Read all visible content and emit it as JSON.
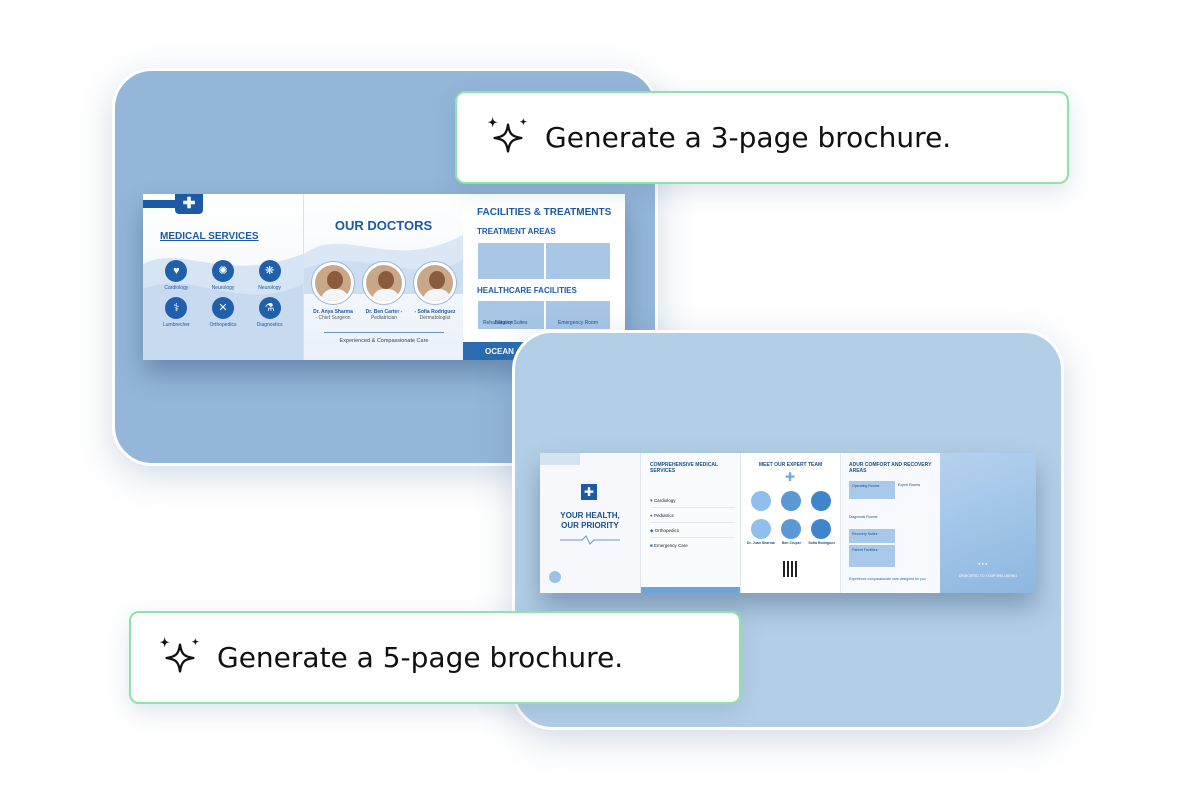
{
  "prompts": [
    {
      "icon": "sparkles-icon",
      "text": "Generate a 3-page brochure."
    },
    {
      "icon": "sparkles-icon",
      "text": "Generate a 5-page brochure."
    }
  ],
  "brochure3": {
    "panel1": {
      "title": "MEDICAL SERVICES",
      "services": [
        "Cardiology",
        "Neurology",
        "Neurology",
        "Lumbrecher",
        "Orthopedics",
        "Diagnostics"
      ]
    },
    "panel2": {
      "title": "OUR DOCTORS",
      "doctors": [
        {
          "name": "Dr. Anya Sharma",
          "role": "- Chief Surgeon"
        },
        {
          "name": "Dr. Ben Carter -",
          "role": "Pediatrician"
        },
        {
          "name": "- Sofia Rodriguez",
          "role": "Dermatologist"
        }
      ],
      "tagline": "Experienced & Compassionate Care"
    },
    "panel3": {
      "title": "FACILITIES & TREATMENTS",
      "section1": "TREATMENT AREAS",
      "section2": "HEALTHCARE FACILITIES",
      "captions": [
        "Surgery Suites",
        "Rehabilitation",
        "Emergency Room"
      ],
      "footer": "OCEAN"
    }
  },
  "brochure5": {
    "cover": {
      "title_line1": "YOUR HEALTH,",
      "title_line2": "OUR PRIORITY"
    },
    "services": {
      "title": "COMPREHENSIVE MEDICAL SERVICES",
      "items": [
        "Cardiology",
        "Pediatrics",
        "Orthopedics",
        "Emergency Care"
      ]
    },
    "team": {
      "title": "MEET OUR EXPERT TEAM",
      "names": [
        "Dr. Juan Sharma",
        "Ben Cruper",
        "Sofia Rodriguez"
      ]
    },
    "comfort": {
      "title": "ADUR COMFORT AND RECOVERY AREAS",
      "labels": [
        "Operating Rooms",
        "Expert Rooms",
        "Diagnostic Rooms",
        "Recovery Suites",
        "Patient Facilities"
      ],
      "footer": "Experience compassionate care designed for you"
    },
    "back": {
      "footer": "DEDICATED TO YOUR WELLBEING"
    }
  },
  "colors": {
    "accent_green": "#8ee3a8",
    "brand_blue": "#1d5aa6",
    "card_blue_top": "#94b6d8",
    "card_blue_bottom": "#b3cfe5"
  }
}
